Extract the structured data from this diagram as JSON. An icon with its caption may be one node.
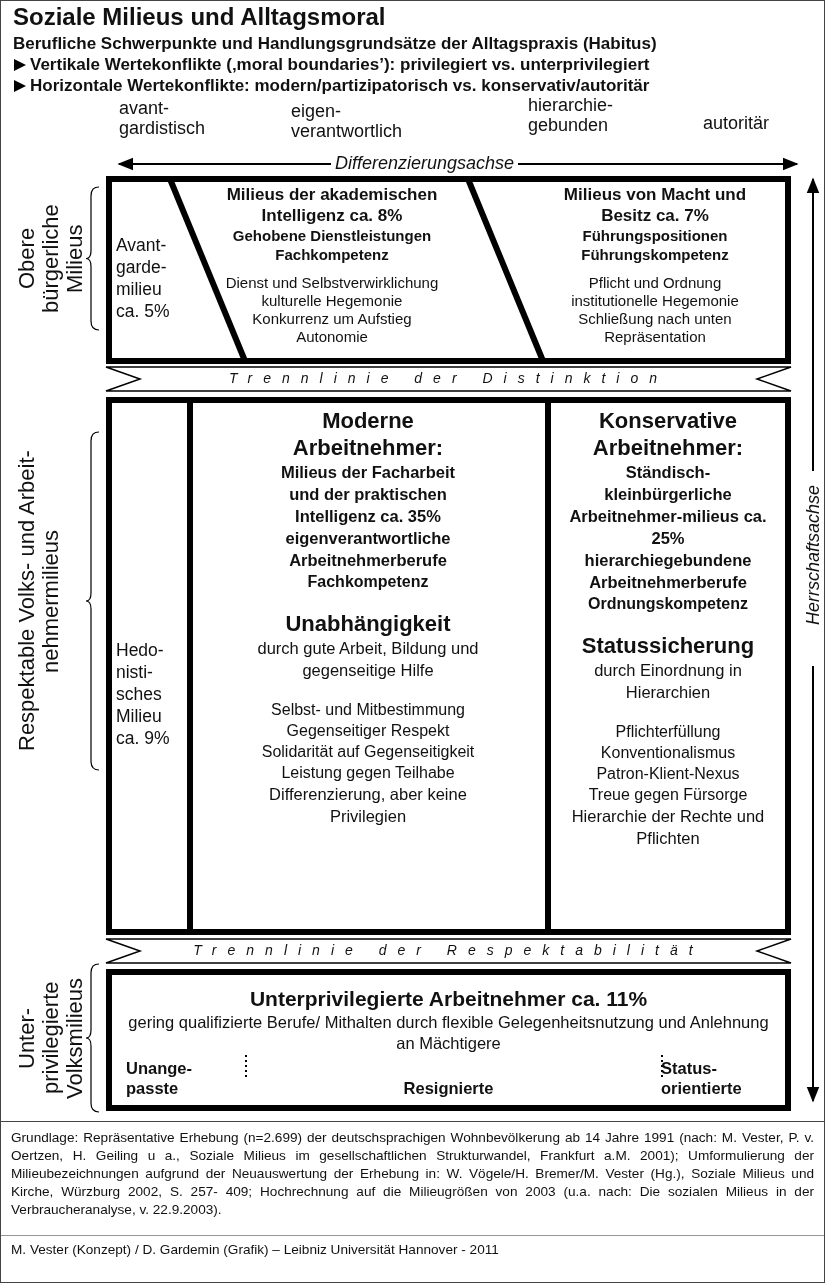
{
  "diagram": {
    "title": "Soziale Milieus und Alltagsmoral",
    "nodes": [
      {
        "text": [],
        "shape": "box"
      },
      {
        "text": [
          "Avant-garde-milieu ca. 5%"
        ],
        "in": 0
      },
      {
        "text": [
          "Milieus der akademischen Intelligenz ca. 8%",
          "Gehobene Dienstleistungen",
          "Fachkompetenz",
          "Dienst und Selbstverwirklichung",
          "kulturelle Hegemonie",
          "Konkurrenz um Aufstieg",
          "Autonomie"
        ],
        "in": 0
      },
      {
        "text": [
          "Milieus von Macht und Besitz ca. 7%",
          "Führungspositionen",
          "Führungskompetenz",
          "Pflicht und Ordnung",
          "institutionelle Hegemonie",
          "Schließung nach unten",
          "Repräsentation"
        ],
        "in": 0
      },
      {
        "text": [
          "Trennlinie der Distinktion"
        ]
      },
      {
        "text": [],
        "shape": "box"
      },
      {
        "text": [
          "Hedo-nisti-sches Milieu ca. 9%"
        ],
        "in": 5
      },
      {
        "text": [
          "Moderne Arbeitnehmer:",
          "Milieus der Facharbeit und der praktischen Intelligenz ca. 35%",
          "eigenverantwortliche Arbeitnehmerberufe",
          "Fachkompetenz",
          "Unabhängigkeit",
          "durch gute Arbeit, Bildung und gegenseitige Hilfe",
          "Selbst- und Mitbestimmung",
          "Gegenseitiger Respekt",
          "Solidarität auf Gegenseitigkeit",
          "Leistung gegen Teilhabe",
          "Differenzierung, aber keine Privilegien"
        ],
        "in": 5
      },
      {
        "text": [
          "Konservative Arbeitnehmer:",
          "Ständisch-kleinbürgerliche Arbeitnehmer-milieus ca. 25%",
          "hierarchiegebundene Arbeitnehmerberufe",
          "Ordnungskompetenz",
          "Statussicherung",
          "durch Einordnung in Hierarchien",
          "Pflichterfüllung",
          "Konventionalismus",
          "Patron-Klient-Nexus",
          "Treue gegen Fürsorge",
          "Hierarchie der Rechte und Pflichten"
        ],
        "in": 5
      },
      {
        "text": [
          "Trennlinie der Respektabilität"
        ]
      },
      {
        "text": [
          "Unterprivilegierte Arbeitnehmer ca. 11%",
          "gering qualifizierte Berufe/ Mithalten durch flexible Gelegenheitsnutzung und Anlehnung an Mächtigere",
          "Unange-passte",
          "Resignierte",
          "Status-orientierte"
        ]
      }
    ],
    "labels": [
      "Berufliche Schwerpunkte und Handlungsgrundsätze der Alltagspraxis (Habitus)",
      "Vertikale Wertekonflikte (‚moral boundaries’): privilegiert vs. unterprivilegiert",
      "Horizontale Wertekonflikte: modern/partizipatorisch vs. konservativ/autoritär",
      "avant-gardistisch",
      "eigen-verantwortlich",
      "hierarchie-gebunden",
      "autoritär",
      "Differenzierungsachse",
      "Obere bürgerliche Milieus",
      "Herrschaftsachse",
      "Respektable Volks- und Arbeit-nehmermilieus",
      "Unter-privilegierte Volksmilieus",
      "Grundlage: Repräsentative Erhebung (n=2.699) der deutschsprachigen Wohnbevölkerung ab 14 Jahre 1991 (nach: M. Vester, P. v. Oertzen, H. Geiling u a., Soziale Milieus im gesellschaftlichen Strukturwandel, Frankfurt a.M. 2001); Umformulierung der Milieubezeichnungen aufgrund der Neuauswertung der Erhebung in: W. Vögele/H. Bremer/M. Vester (Hg.), Soziale Milieus und Kirche, Würzburg 2002, S. 257- 409; Hochrechnung auf die Milieugrößen von 2003 (u.a. nach: Die sozialen Milieus in der Verbraucheranalyse, v. 22.9.2003).",
      "M. Vester (Konzept) / D. Gardemin (Grafik) – Leibniz Universität Hannover - 2011"
    ]
  }
}
